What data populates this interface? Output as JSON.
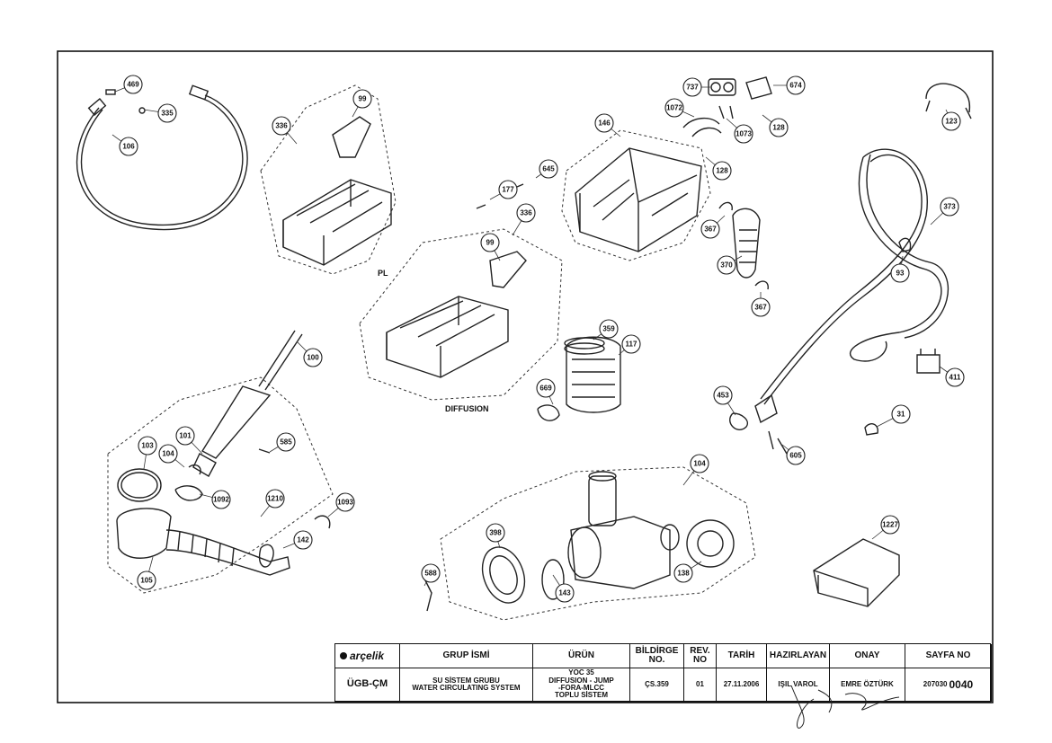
{
  "callouts": [
    "469",
    "335",
    "106",
    "336",
    "99",
    "PL",
    "146",
    "737",
    "674",
    "1072",
    "128",
    "1073",
    "128",
    "123",
    "373",
    "177",
    "645",
    "336",
    "99",
    "367",
    "370",
    "367",
    "93",
    "411",
    "100",
    "101",
    "104",
    "585",
    "103",
    "1092",
    "1210",
    "1093",
    "105",
    "142",
    "359",
    "117",
    "669",
    "DIFFUSION",
    "453",
    "31",
    "605",
    "1227",
    "398",
    "143",
    "138",
    "104",
    "588"
  ],
  "title_block": {
    "brand": "arçelik",
    "headers": {
      "group": "GRUP İSMİ",
      "product": "ÜRÜN",
      "bildirge": "BİLDİRGE NO.",
      "rev": "REV. NO",
      "date": "TARİH",
      "prepared": "HAZIRLAYAN",
      "approved": "ONAY",
      "page": "SAYFA NO"
    },
    "values": {
      "code": "ÜGB-ÇM",
      "group_line1": "SU SİSTEM GRUBU",
      "group_line2": "WATER CIRCULATING SYSTEM",
      "product_line1": "YOC 35",
      "product_line2": "DIFFUSION - JUMP",
      "product_line3": "-FORA-MLCC",
      "product_line4": "TOPLU SİSTEM",
      "bildirge": "ÇS.359",
      "rev": "01",
      "date": "27.11.2006",
      "prepared": "IŞIL VAROL",
      "approved": "EMRE ÖZTÜRK",
      "page_prefix": "207030",
      "page_number": "0040"
    }
  }
}
